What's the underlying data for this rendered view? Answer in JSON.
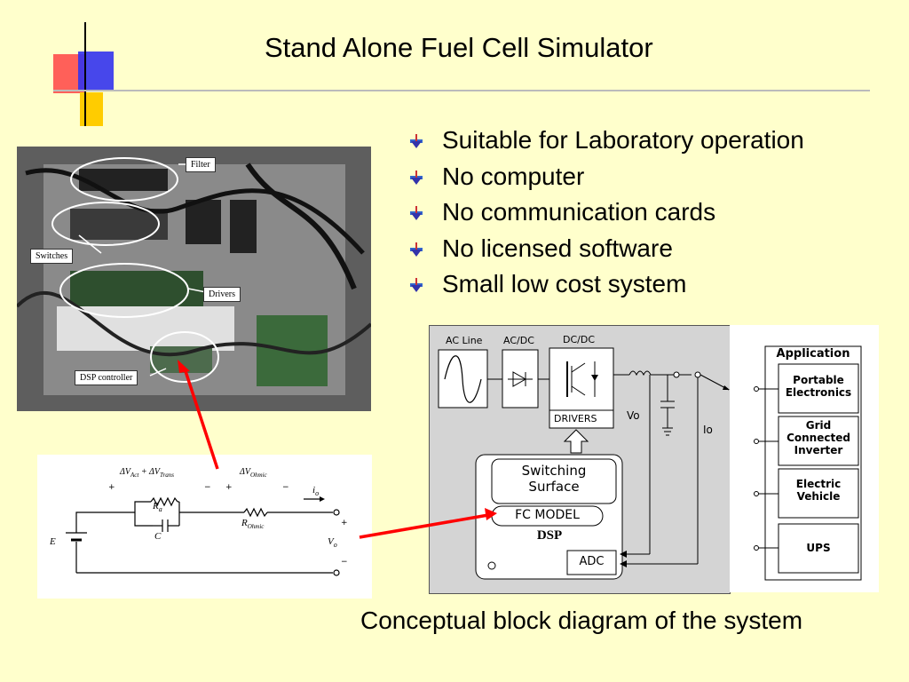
{
  "title": "Stand Alone Fuel Cell Simulator",
  "bullets": [
    "Suitable for Laboratory operation",
    "No computer",
    "No communication cards",
    "No licensed software",
    "Small low cost system"
  ],
  "photo": {
    "callouts": {
      "filter": "Filter",
      "switches": "Switches",
      "drivers": "Drivers",
      "dsp": "DSP controller"
    }
  },
  "circuit": {
    "E": "E",
    "Ra": "R",
    "Ra_sub": "a",
    "C": "C",
    "Rohmic": "R",
    "Rohmic_sub": "Ohmic",
    "Vo": "V",
    "Vo_sub": "o",
    "io": "i",
    "io_sub": "o",
    "dv_act_trans": "ΔV",
    "act_sub": "Act",
    "plus_dv": "+ ΔV",
    "trans_sub": "Trans",
    "dv_ohmic": "ΔV",
    "ohmic_sub": "Ohmic",
    "plus": "+",
    "minus": "−"
  },
  "block_diagram": {
    "ac_line": "AC Line",
    "ac_dc": "AC/DC",
    "dc_dc": "DC/DC",
    "drivers": "DRIVERS",
    "vo": "Vo",
    "io": "Io",
    "switching_surface": "Switching Surface",
    "fc_model": "FC MODEL",
    "dsp": "DSP",
    "adc": "ADC",
    "application": "Application",
    "apps": [
      "Portable Electronics",
      "Grid Connected Inverter",
      "Electric Vehicle",
      "UPS"
    ]
  },
  "caption": "Conceptual block diagram of the system",
  "colors": {
    "background": "#ffffcc",
    "arrow": "#ff0000",
    "deco_red": "#ff3333",
    "deco_blue": "#3333ff",
    "deco_yellow": "#ffcc00"
  }
}
